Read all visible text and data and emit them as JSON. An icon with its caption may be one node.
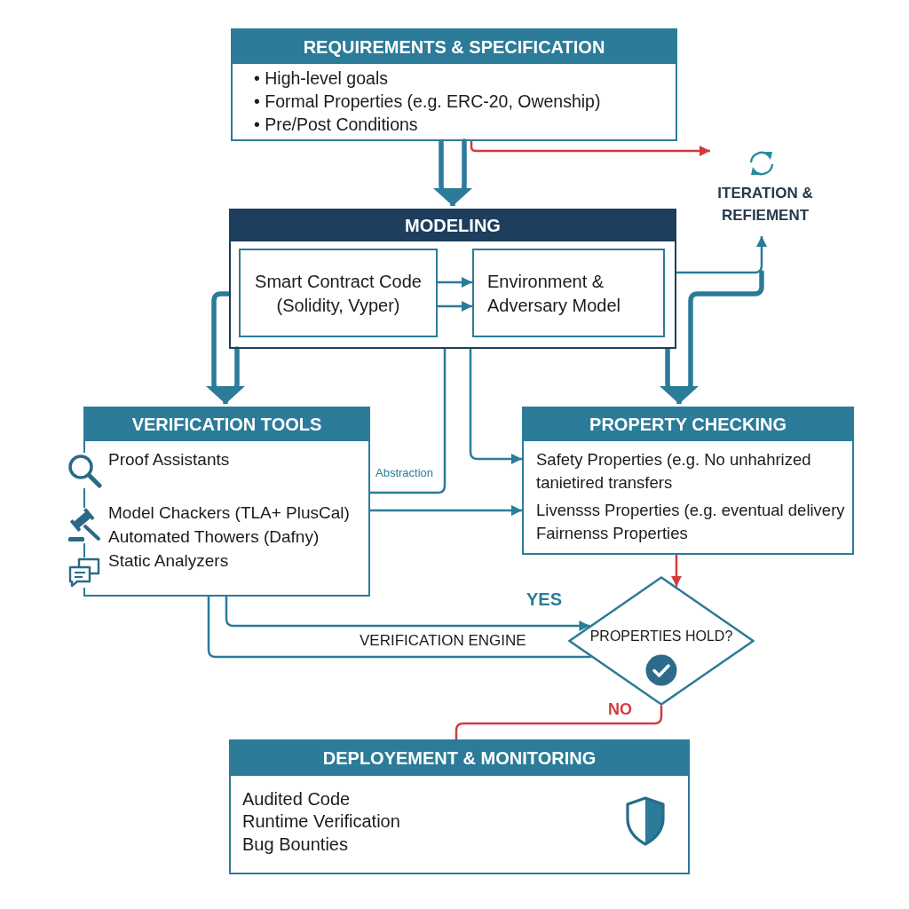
{
  "diagram": {
    "nodes": [
      {
        "text": [
          "REQUIREMENTS & SPECIFICATION",
          "• High-level goals",
          "• Formal Properties (e.g. ERC-20, Owenship)",
          "• Pre/Post Conditions"
        ]
      },
      {
        "text": [
          "ITERATION & REFIEMENT"
        ]
      },
      {
        "text": [
          "MODELING"
        ]
      },
      {
        "text": [
          "Smart Contract Code (Solidity, Vyper)"
        ],
        "in": 2
      },
      {
        "text": [
          "Environment & Adversary Model"
        ],
        "in": 2
      },
      {
        "text": [
          "VERIFICATION TOOLS",
          "Proof Assistants",
          "Model Chackers (TLA+ PlusCal)",
          "Automated Thowers (Dafny)",
          "Static Analyzers"
        ]
      },
      {
        "text": [
          "PROPERTY CHECKING",
          "Safety Properties (e.g. No unhahrized tanietired transfers",
          "Livensss Properties (e.g. eventual delivery",
          "Fairnenss Properties"
        ]
      },
      {
        "text": [
          "PROPERTIES HOLD?"
        ]
      },
      {
        "text": [
          "DEPLOYEMENT & MONITORING",
          "Audited Code",
          "Runtime Verification",
          "Bug Bounties"
        ]
      }
    ],
    "edges": [
      {
        "from": 0,
        "to": 2,
        "arrow": "to",
        "style": "thick"
      },
      {
        "from": 0,
        "to": 1,
        "arrow": "to",
        "color": "#d13b3f"
      },
      {
        "from": 2,
        "to": 1,
        "arrow": "to"
      },
      {
        "from": 3,
        "to": 4,
        "arrow": "to"
      },
      {
        "from": 3,
        "to": 4,
        "arrow": "to"
      },
      {
        "from": 2,
        "to": 5,
        "arrow": "to",
        "style": "thick"
      },
      {
        "from": 2,
        "to": 6,
        "arrow": "to",
        "style": "thick"
      },
      {
        "from": 2,
        "to": 5,
        "arrow": "none",
        "label": "Abstraction"
      },
      {
        "from": 2,
        "to": 6,
        "arrow": "to"
      },
      {
        "from": 5,
        "to": 6,
        "arrow": "to"
      },
      {
        "from": 6,
        "to": 7,
        "arrow": "to",
        "color": "#d13b3f"
      },
      {
        "from": 5,
        "to": 7,
        "arrow": "to",
        "label": "YES"
      },
      {
        "from": 5,
        "to": 7,
        "arrow": "none",
        "label": "VERIFICATION ENGINE"
      },
      {
        "from": 7,
        "to": 8,
        "arrow": "none",
        "color": "#d13b3f",
        "label": "NO"
      }
    ]
  }
}
